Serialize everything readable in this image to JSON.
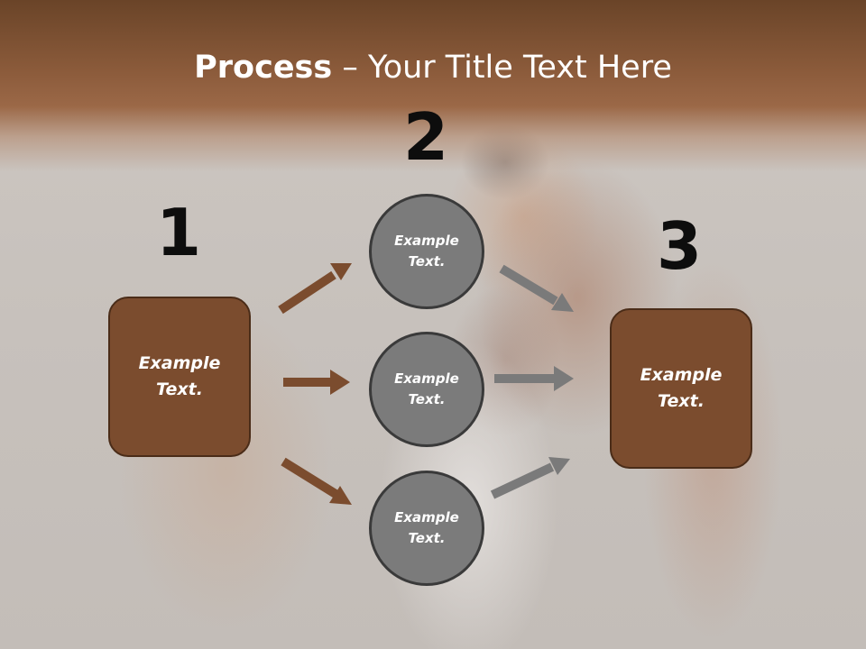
{
  "title": {
    "bold": "Process",
    "rest": " – Your Title Text Here"
  },
  "steps": {
    "one": "1",
    "two": "2",
    "three": "3"
  },
  "left_box": {
    "text": "Example Text."
  },
  "right_box": {
    "text": "Example Text."
  },
  "circles": [
    {
      "text": "Example Text."
    },
    {
      "text": "Example Text."
    },
    {
      "text": "Example Text."
    }
  ],
  "colors": {
    "brown": "#7b4c2e",
    "brown_arrow": "#7b4c2e",
    "grey_circle": "#7b7b7b",
    "grey_arrow": "#7a7a7a",
    "title_band": "#8a5a3a"
  }
}
